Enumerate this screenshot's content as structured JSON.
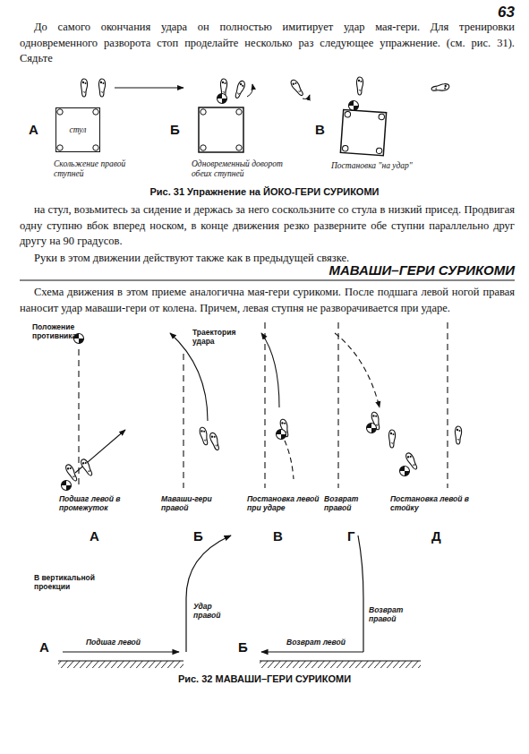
{
  "diagram": {
    "nodes": [
      {
        "text": [
          "стул"
        ]
      }
    ],
    "labels": [
      "63",
      "До самого окончания удара он полностью имитирует удар мая-гери. Для тренировки одновременного разворота стоп проделайте несколько раз следующее упражнение. (см. рис. 31). Сядьте",
      "А",
      "Скольжение правой ступней",
      "Б",
      "Одновременный доворот обеих ступней",
      "В",
      "Постановка \"на удар\"",
      "Рис. 31 Упражнение на ЙОКО-ГЕРИ СУРИКОМИ",
      "на стул, возьмитесь за сидение и держась за него соскользните со стула в низкий присед. Продвигая одну ступню вбок вперед носком, в конце движения резко разверните обе ступни параллельно друг другу на 90 градусов.",
      "Руки в этом движении действуют также как в предыдущей связке.",
      "МАВАШИ–ГЕРИ СУРИКОМИ",
      "Схема движения в этом приеме аналогична мая-гери сурикоми. После подшага левой ногой правая наносит удар маваши-гери от колена. Причем, левая ступня не разворачивается при ударе.",
      "Положение противника",
      "Траектория удара",
      "Подшаг левой в промежуток",
      "Маваши-гери правой",
      "Постановка левой при ударе",
      "Возврат правой",
      "Постановка левой в стойку",
      "А",
      "Б",
      "В",
      "Г",
      "Д",
      "В вертикальной проекции",
      "Удар правой",
      "Возврат правой",
      "Подшаг левой",
      "Возврат левой",
      "А",
      "Б",
      "Рис. 32 МАВАШИ–ГЕРИ СУРИКОМИ"
    ]
  }
}
